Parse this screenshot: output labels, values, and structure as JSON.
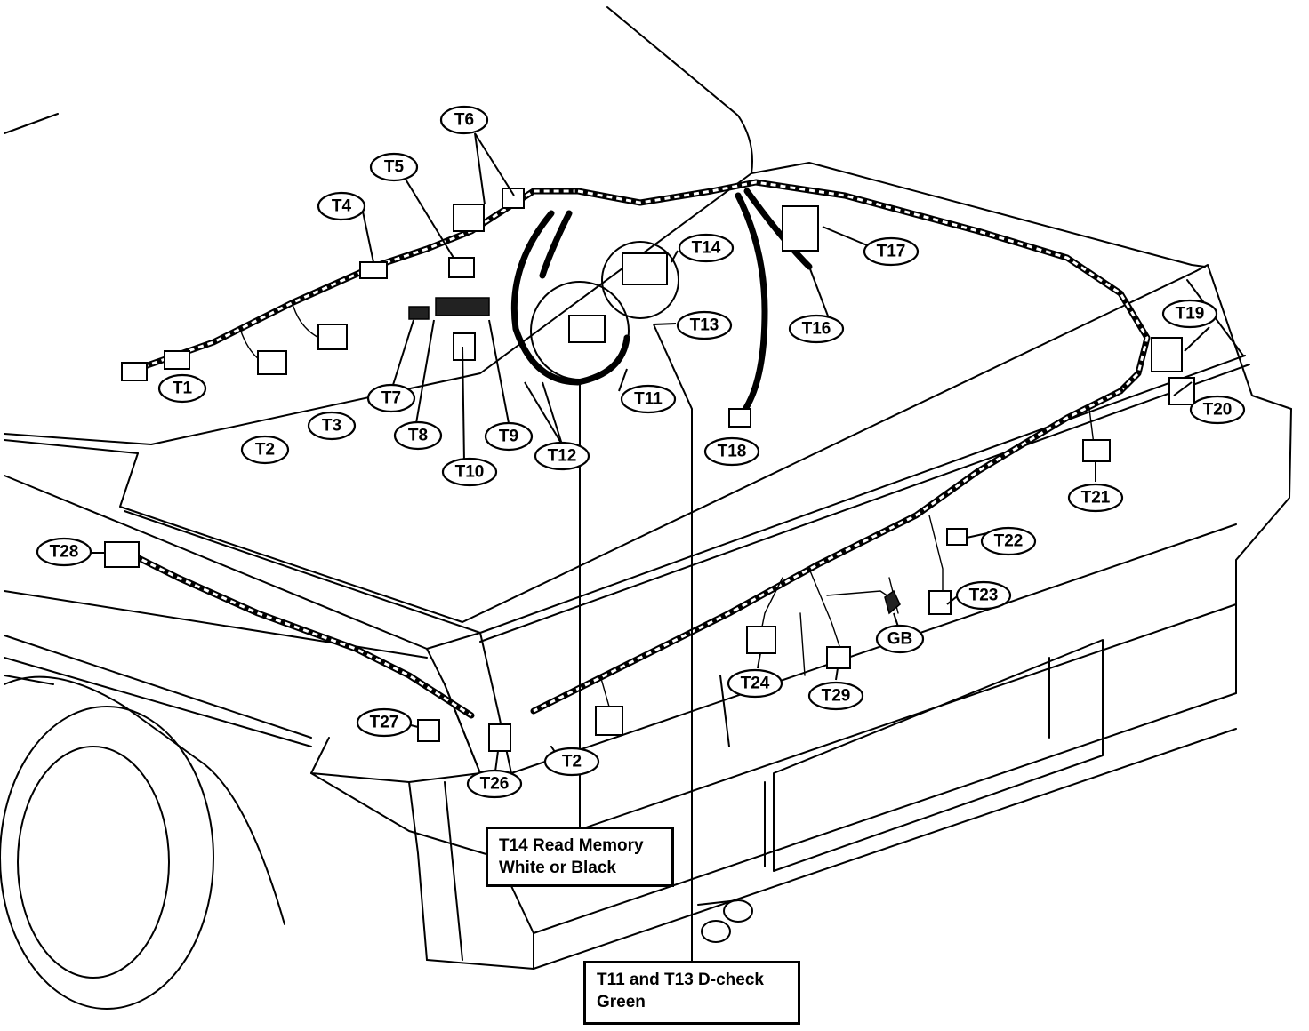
{
  "labels": {
    "T1": "T1",
    "T2": "T2",
    "T3": "T3",
    "T4": "T4",
    "T5": "T5",
    "T6": "T6",
    "T7": "T7",
    "T8": "T8",
    "T9": "T9",
    "T10": "T10",
    "T11": "T11",
    "T12": "T12",
    "T13": "T13",
    "T14": "T14",
    "T16": "T16",
    "T17": "T17",
    "T18": "T18",
    "T19": "T19",
    "T20": "T20",
    "T21": "T21",
    "T22": "T22",
    "T23": "T23",
    "T24": "T24",
    "T26": "T26",
    "T27": "T27",
    "T28": "T28",
    "T29": "T29",
    "T2x": "T2",
    "GB": "GB"
  },
  "notes": {
    "t14": {
      "line1": "T14 Read Memory",
      "line2": "White or Black"
    },
    "t11_t13": {
      "line1": "T11 and T13 D-check",
      "line2": "Green"
    }
  }
}
